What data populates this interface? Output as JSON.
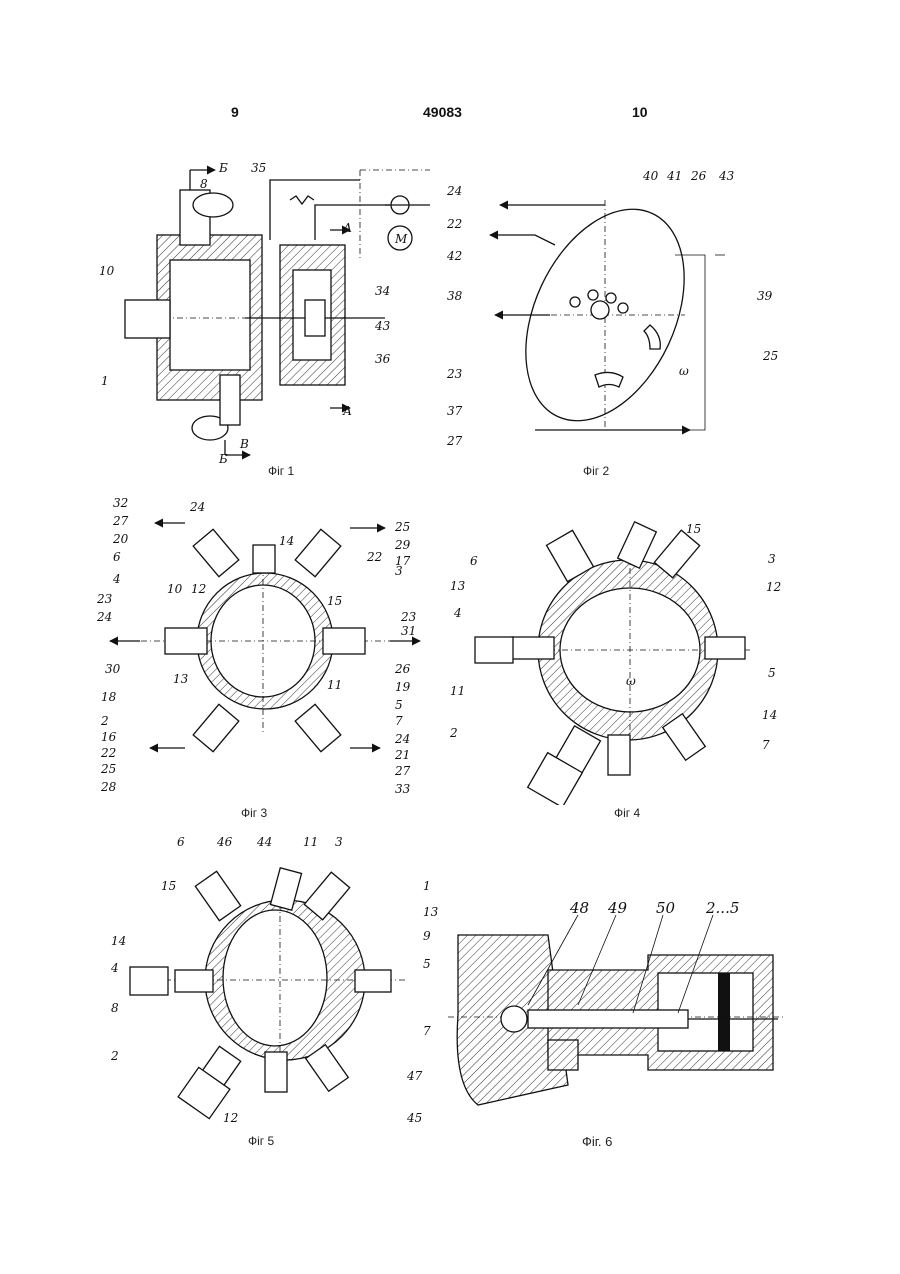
{
  "header": {
    "left_page": "9",
    "doc_number": "49083",
    "right_page": "10"
  },
  "figures": {
    "fig1": {
      "caption": "Фіг 1",
      "labels": [
        "35",
        "Б",
        "8",
        "10",
        "1",
        "Б",
        "В",
        "А",
        "А",
        "34",
        "43",
        "36",
        "M"
      ]
    },
    "fig2": {
      "caption": "Фіг 2",
      "labels": [
        "24",
        "22",
        "42",
        "38",
        "23",
        "37",
        "27",
        "40",
        "41",
        "26",
        "43",
        "39",
        "25",
        "ω"
      ]
    },
    "fig3": {
      "caption": "Фіг 3",
      "labels": [
        "32",
        "27",
        "24",
        "20",
        "6",
        "4",
        "23",
        "24",
        "30",
        "18",
        "2",
        "16",
        "22",
        "25",
        "28",
        "14",
        "3",
        "25",
        "29",
        "22",
        "17",
        "23",
        "31",
        "26",
        "19",
        "5",
        "7",
        "24",
        "21",
        "27",
        "33",
        "10",
        "12",
        "15",
        "13",
        "11"
      ]
    },
    "fig4": {
      "caption": "Фіг 4",
      "labels": [
        "6",
        "13",
        "4",
        "11",
        "2",
        "15",
        "3",
        "12",
        "5",
        "14",
        "7",
        "ω"
      ]
    },
    "fig5": {
      "caption": "Фіг 5",
      "labels": [
        "6",
        "46",
        "44",
        "11",
        "3",
        "15",
        "1",
        "13",
        "14",
        "9",
        "4",
        "5",
        "8",
        "7",
        "2",
        "47",
        "12",
        "45"
      ]
    },
    "fig6": {
      "caption": "Фіг. 6",
      "labels": [
        "48",
        "49",
        "50",
        "2...5"
      ]
    }
  }
}
